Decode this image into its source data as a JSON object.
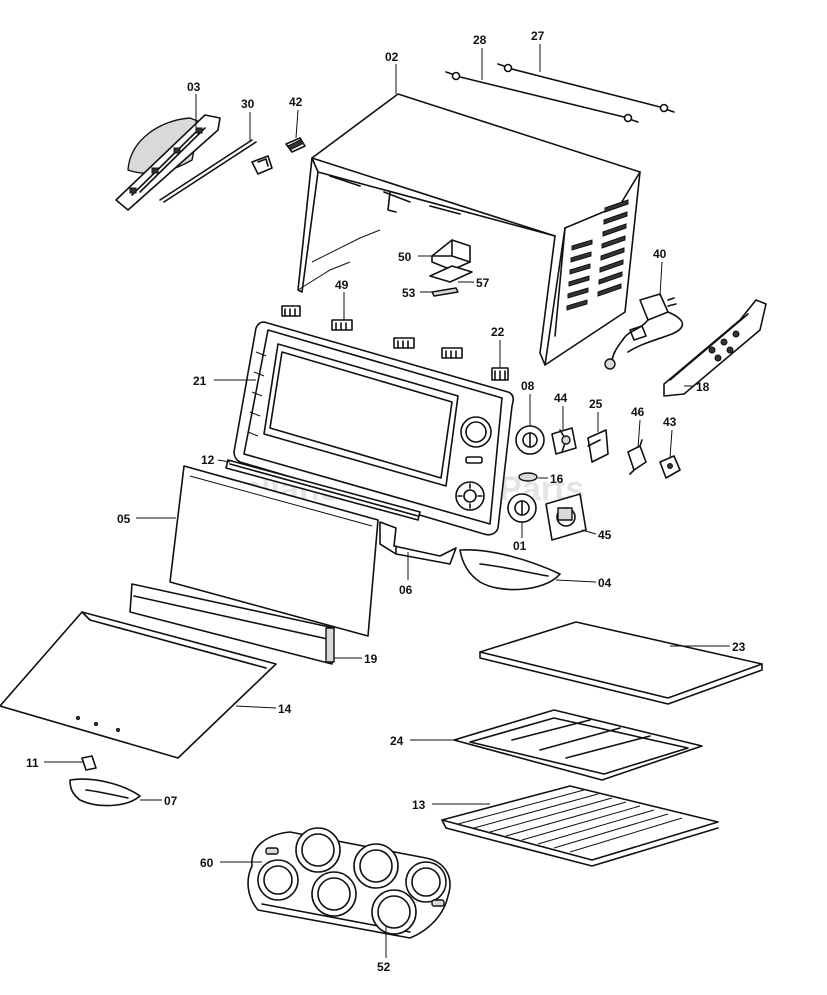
{
  "watermark": "Appliance Factory Parts",
  "callouts": [
    {
      "id": "p02",
      "num": "02"
    },
    {
      "id": "p03",
      "num": "03"
    },
    {
      "id": "p30",
      "num": "30"
    },
    {
      "id": "p42",
      "num": "42"
    },
    {
      "id": "p28",
      "num": "28"
    },
    {
      "id": "p27",
      "num": "27"
    },
    {
      "id": "p50",
      "num": "50"
    },
    {
      "id": "p57",
      "num": "57"
    },
    {
      "id": "p53",
      "num": "53"
    },
    {
      "id": "p49",
      "num": "49"
    },
    {
      "id": "p40",
      "num": "40"
    },
    {
      "id": "p18",
      "num": "18"
    },
    {
      "id": "p22",
      "num": "22"
    },
    {
      "id": "p21",
      "num": "21"
    },
    {
      "id": "p08",
      "num": "08"
    },
    {
      "id": "p44",
      "num": "44"
    },
    {
      "id": "p25",
      "num": "25"
    },
    {
      "id": "p46",
      "num": "46"
    },
    {
      "id": "p43",
      "num": "43"
    },
    {
      "id": "p12",
      "num": "12"
    },
    {
      "id": "p16",
      "num": "16"
    },
    {
      "id": "p05",
      "num": "05"
    },
    {
      "id": "p01",
      "num": "01"
    },
    {
      "id": "p45",
      "num": "45"
    },
    {
      "id": "p06",
      "num": "06"
    },
    {
      "id": "p04",
      "num": "04"
    },
    {
      "id": "p23",
      "num": "23"
    },
    {
      "id": "p19",
      "num": "19"
    },
    {
      "id": "p14",
      "num": "14"
    },
    {
      "id": "p24",
      "num": "24"
    },
    {
      "id": "p11",
      "num": "11"
    },
    {
      "id": "p07",
      "num": "07"
    },
    {
      "id": "p13",
      "num": "13"
    },
    {
      "id": "p60",
      "num": "60"
    },
    {
      "id": "p52",
      "num": "52"
    }
  ]
}
